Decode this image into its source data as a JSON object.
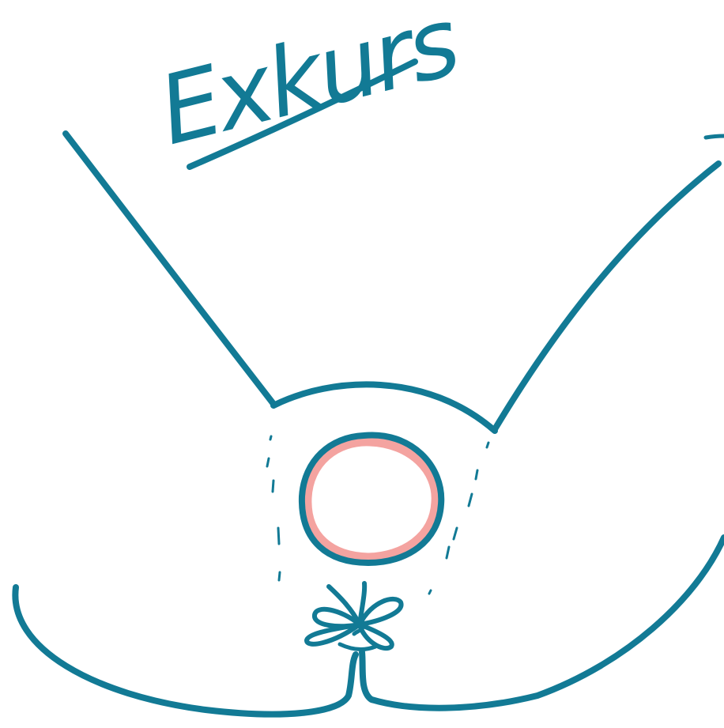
{
  "title": "Exkurs",
  "colors": {
    "ink": "#127a95",
    "accent": "#f4a3a0",
    "background": "#ffffff"
  },
  "elements": {
    "stoma": "stoma-ring",
    "anus": "anus-star"
  }
}
